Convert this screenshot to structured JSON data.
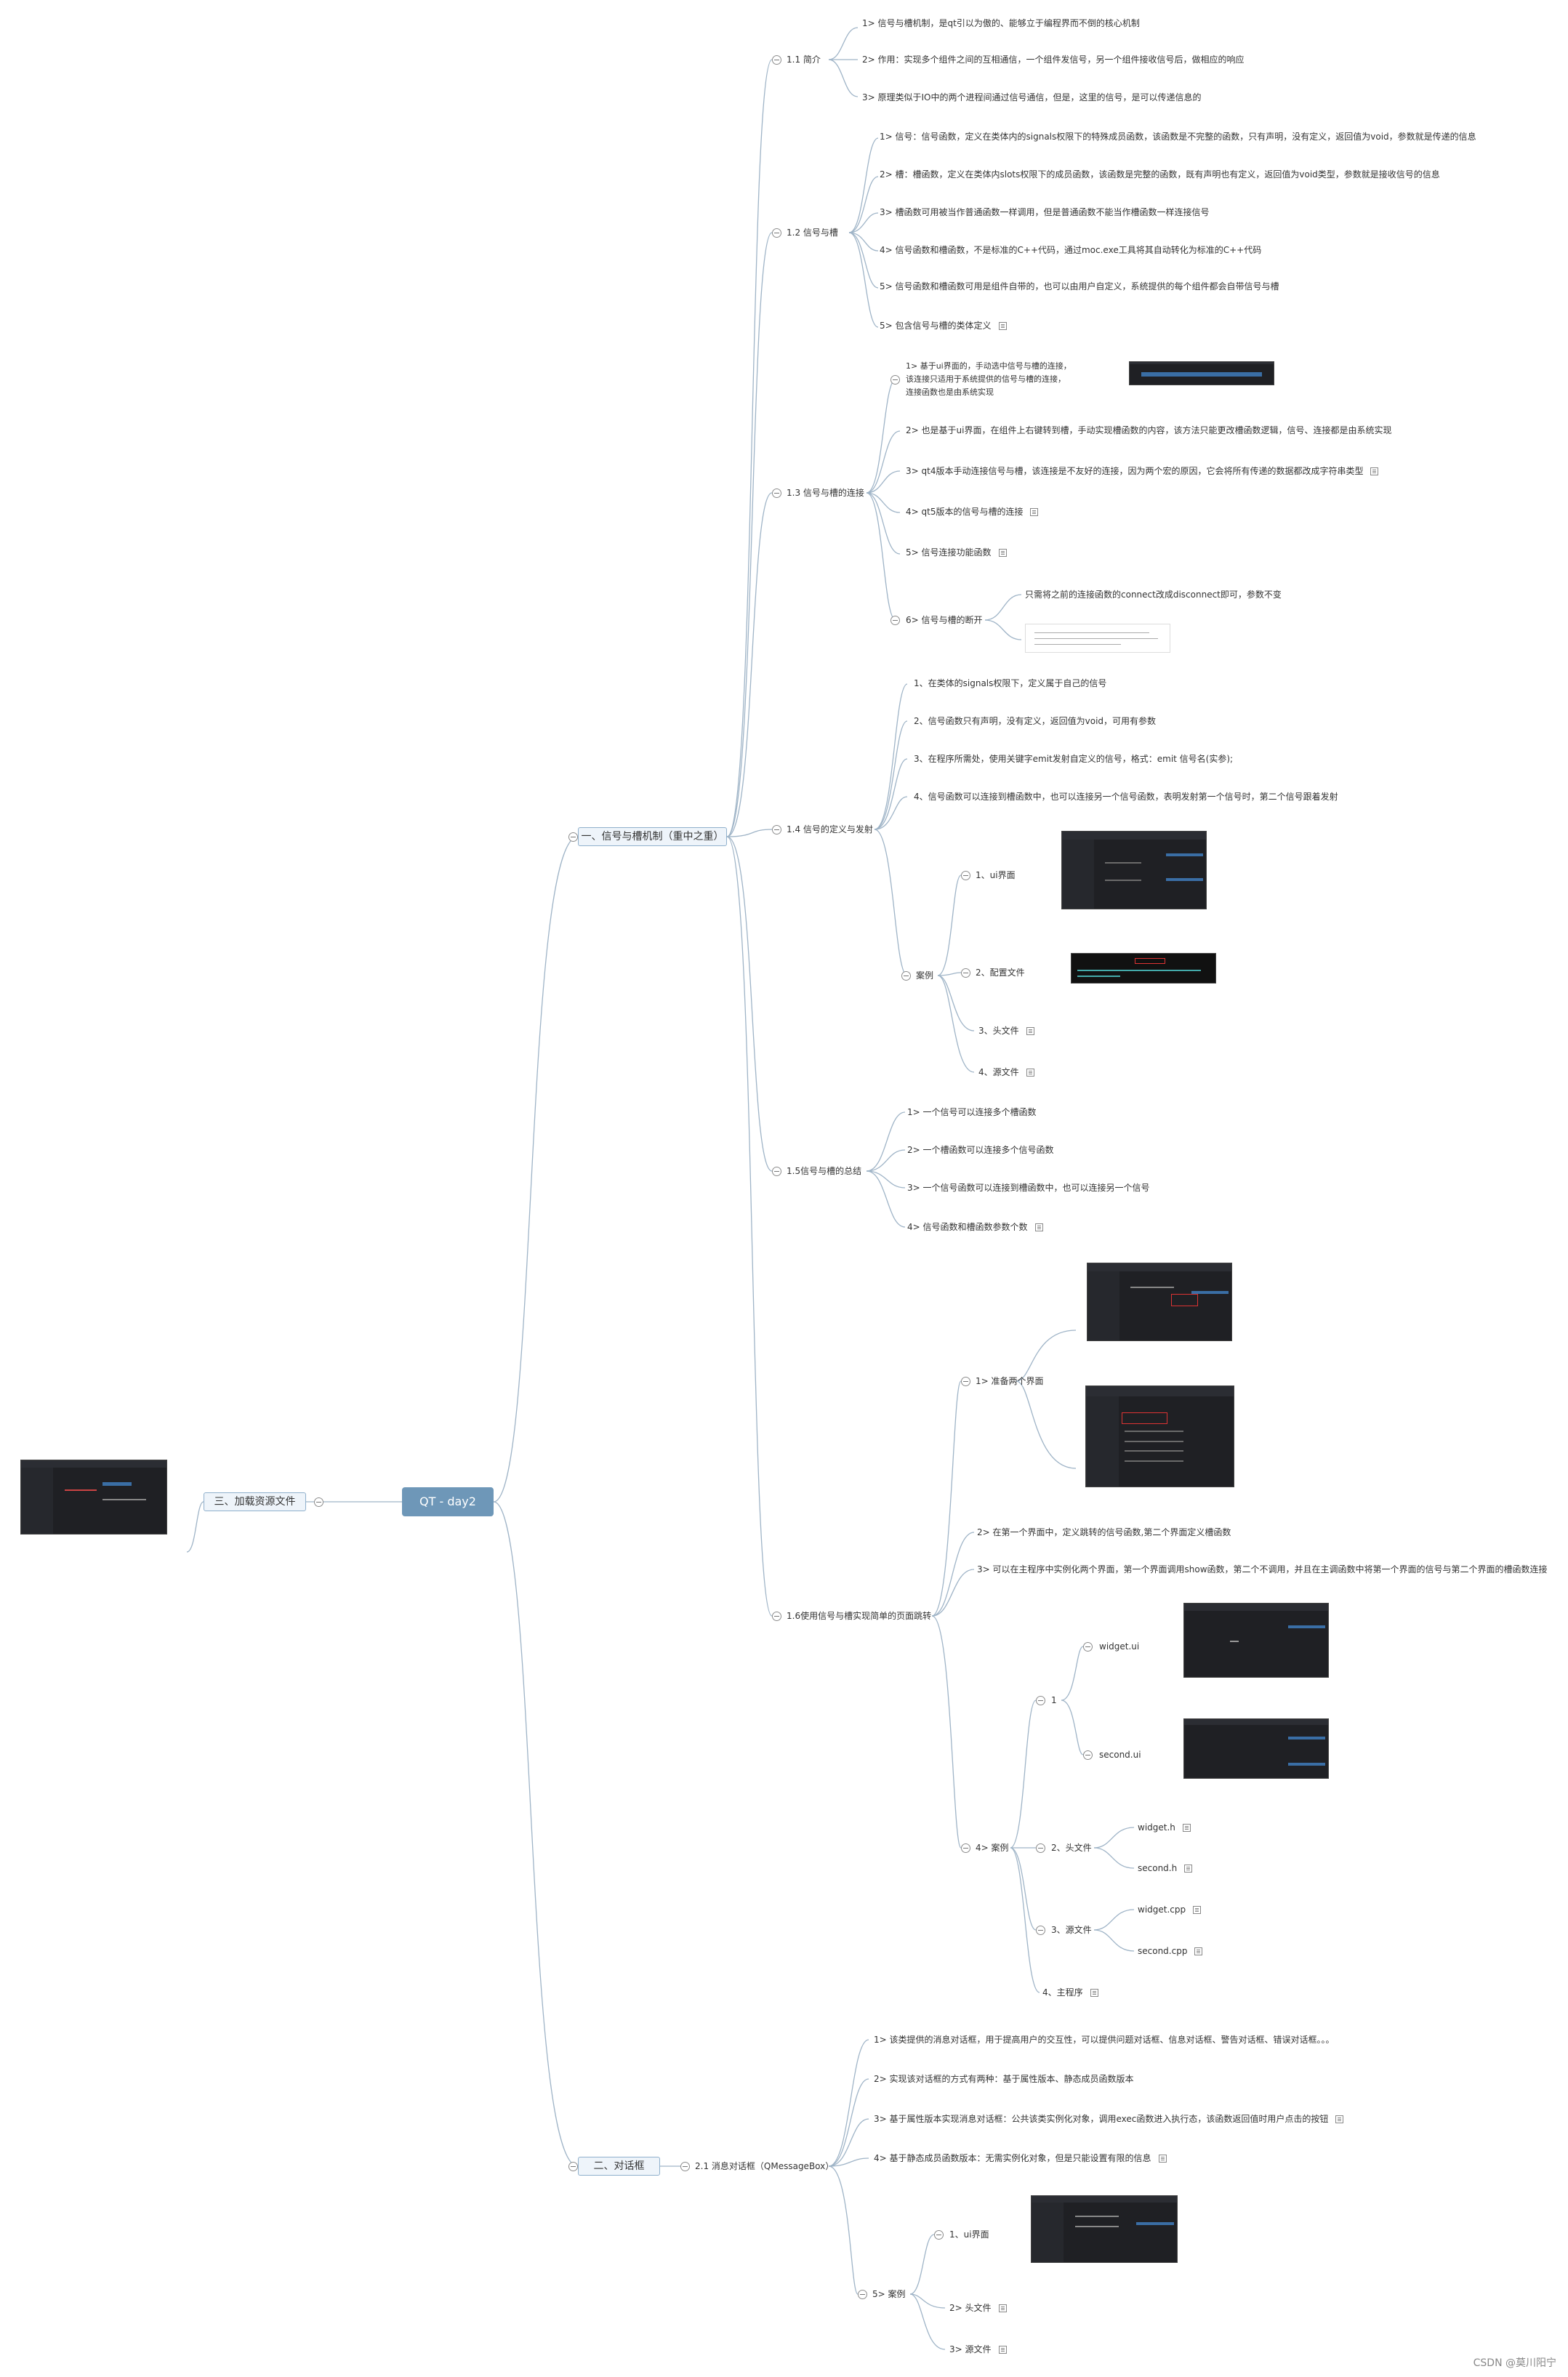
{
  "root": {
    "title": "QT - day2"
  },
  "sections": {
    "s1": {
      "title": "一、信号与槽机制（重中之重）",
      "sub11": {
        "title": "1.1 简介",
        "items": [
          "1> 信号与槽机制，是qt引以为傲的、能够立于编程界而不倒的核心机制",
          "2> 作用：实现多个组件之间的互相通信，一个组件发信号，另一个组件接收信号后，做相应的响应",
          "3> 原理类似于IO中的两个进程间通过信号通信，但是，这里的信号，是可以传递信息的"
        ]
      },
      "sub12": {
        "title": "1.2 信号与槽",
        "items": [
          "1> 信号：信号函数，定义在类体内的signals权限下的特殊成员函数，该函数是不完整的函数，只有声明，没有定义，返回值为void，参数就是传递的信息",
          "2> 槽：槽函数，定义在类体内slots权限下的成员函数，该函数是完整的函数，既有声明也有定义，返回值为void类型，参数就是接收信号的信息",
          "3> 槽函数可用被当作普通函数一样调用，但是普通函数不能当作槽函数一样连接信号",
          "4> 信号函数和槽函数，不是标准的C++代码，通过moc.exe工具将其自动转化为标准的C++代码",
          "5> 信号函数和槽函数可用是组件自带的，也可以由用户自定义，系统提供的每个组件都会自带信号与槽",
          "5> 包含信号与槽的类体定义"
        ]
      },
      "sub13": {
        "title": "1.3 信号与槽的连接",
        "items": [
          "1> 基于ui界面的，手动选中信号与槽的连接，",
          "该连接只适用于系统提供的信号与槽的连接，",
          "连接函数也是由系统实现",
          "2> 也是基于ui界面，在组件上右键转到槽，手动实现槽函数的内容，该方法只能更改槽函数逻辑，信号、连接都是由系统实现",
          "3> qt4版本手动连接信号与槽，该连接是不友好的连接，因为两个宏的原因，它会将所有传递的数据都改成字符串类型",
          "4> qt5版本的信号与槽的连接",
          "5> 信号连接功能函数",
          "6> 信号与槽的断开",
          "只需将之前的连接函数的connect改成disconnect即可，参数不变"
        ]
      },
      "sub14": {
        "title": "1.4 信号的定义与发射",
        "items": [
          "1、在类体的signals权限下，定义属于自己的信号",
          "2、信号函数只有声明，没有定义，返回值为void，可用有参数",
          "3、在程序所需处，使用关键字emit发射自定义的信号，格式：emit 信号名(实参);",
          "4、信号函数可以连接到槽函数中，也可以连接另一个信号函数，表明发射第一个信号时，第二个信号跟着发射"
        ],
        "case": {
          "title": "案例",
          "items": [
            "1、ui界面",
            "2、配置文件",
            "3、头文件",
            "4、源文件"
          ]
        }
      },
      "sub15": {
        "title": "1.5信号与槽的总结",
        "items": [
          "1> 一个信号可以连接多个槽函数",
          "2> 一个槽函数可以连接多个信号函数",
          "3> 一个信号函数可以连接到槽函数中，也可以连接另一个信号",
          "4> 信号函数和槽函数参数个数"
        ]
      },
      "sub16": {
        "title": "1.6使用信号与槽实现简单的页面跳转",
        "items": [
          "1> 准备两个界面",
          "2> 在第一个界面中，定义跳转的信号函数,第二个界面定义槽函数",
          "3> 可以在主程序中实例化两个界面，第一个界面调用show函数，第二个不调用，并且在主调函数中将第一个界面的信号与第二个界面的槽函数连接",
          "4> 案例"
        ],
        "case": {
          "n1": "1",
          "widget_ui": "widget.ui",
          "second_ui": "second.ui",
          "h": "2、头文件",
          "widget_h": "widget.h",
          "second_h": "second.h",
          "cpp": "3、源文件",
          "widget_cpp": "widget.cpp",
          "second_cpp": "second.cpp",
          "main": "4、主程序"
        }
      }
    },
    "s2": {
      "title": "二、对话框",
      "sub21": {
        "title": "2.1 消息对话框（QMessageBox）",
        "items": [
          "1> 该类提供的消息对话框，用于提高用户的交互性，可以提供问题对话框、信息对话框、警告对话框、错误对话框。。。",
          "2> 实现该对话框的方式有两种：基于属性版本、静态成员函数版本",
          "3> 基于属性版本实现消息对话框：公共该类实例化对象，调用exec函数进入执行态，该函数返回值时用户点击的按钮",
          "4> 基于静态成员函数版本：无需实例化对象，但是只能设置有限的信息",
          "5> 案例"
        ],
        "case": [
          "1、ui界面",
          "2> 头文件",
          "3> 源文件"
        ]
      }
    },
    "s3": {
      "title": "三、加载资源文件"
    }
  },
  "watermark": "CSDN @莫川阳宁",
  "colors": {
    "line": "#9fb4c7",
    "root": "#6e97b8",
    "topic_border": "#8fb0cc"
  }
}
